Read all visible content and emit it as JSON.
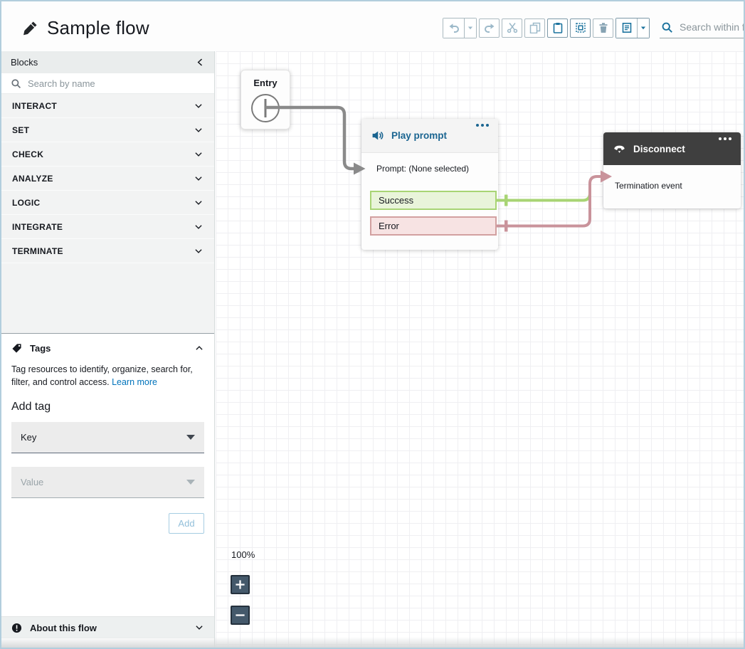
{
  "header": {
    "title": "Sample flow",
    "search_placeholder": "Search within flow"
  },
  "toolbar": {
    "icons": [
      "undo-icon",
      "undo-caret-icon",
      "redo-icon",
      "cut-icon",
      "copy-icon",
      "paste-icon",
      "select-all-icon",
      "delete-icon",
      "notes-icon",
      "notes-caret-icon",
      "search-icon"
    ],
    "accent_enabled": "#1c739e",
    "accent_disabled": "#9cb9c9"
  },
  "sidebar": {
    "panel_title": "Blocks",
    "collapse_icon": "chevron-left-icon",
    "search_placeholder": "Search by name",
    "categories": [
      {
        "label": "INTERACT"
      },
      {
        "label": "SET"
      },
      {
        "label": "CHECK"
      },
      {
        "label": "ANALYZE"
      },
      {
        "label": "LOGIC"
      },
      {
        "label": "INTEGRATE"
      },
      {
        "label": "TERMINATE"
      }
    ],
    "tags": {
      "title": "Tags",
      "description": "Tag resources to identify, organize, search for, filter, and control access.",
      "learn_more": "Learn more",
      "add_tag_heading": "Add tag",
      "key_placeholder": "Key",
      "value_placeholder": "Value",
      "add_button": "Add"
    },
    "about": {
      "title": "About this flow"
    }
  },
  "canvas": {
    "zoom_label": "100%",
    "blocks": [
      {
        "id": "entry",
        "title": "Entry"
      },
      {
        "id": "play-prompt",
        "title": "Play prompt",
        "body": "Prompt: (None selected)",
        "ports": [
          {
            "label": "Success"
          },
          {
            "label": "Error"
          }
        ]
      },
      {
        "id": "disconnect",
        "title": "Disconnect",
        "body": "Termination event"
      }
    ],
    "colors": {
      "connector": "#8a8a8a",
      "success": "#a8d474",
      "error": "#c9939b",
      "play_accent": "#1b6591",
      "disconnect_header": "#3f3f3f"
    }
  }
}
